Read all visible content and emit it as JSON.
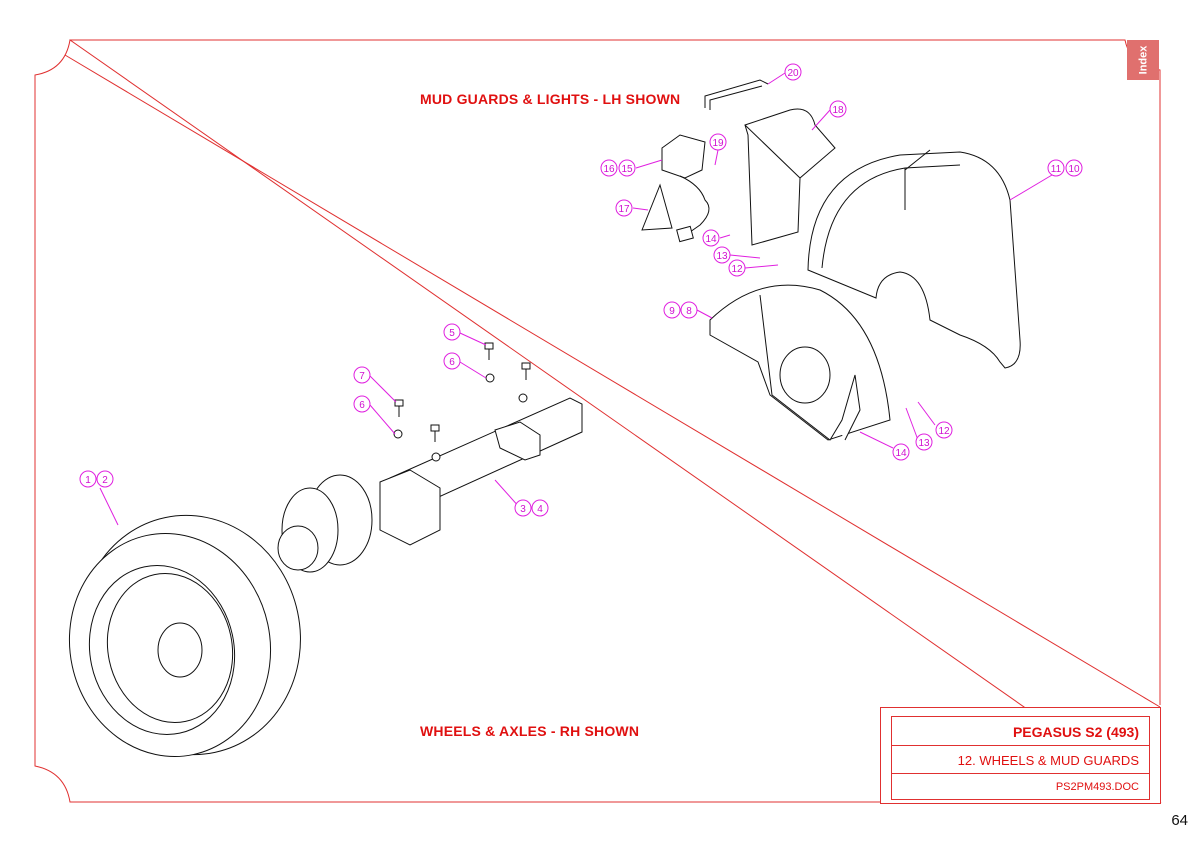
{
  "headings": {
    "top": "MUD GUARDS & LIGHTS - LH SHOWN",
    "bottom": "WHEELS & AXLES - RH SHOWN"
  },
  "index_tab": {
    "label": "Index"
  },
  "title_block": {
    "model": "PEGASUS S2 (493)",
    "section": "12. WHEELS & MUD GUARDS",
    "document": "PS2PM493.DOC"
  },
  "page_number": "64",
  "callouts": [
    "20",
    "18",
    "19",
    "16",
    "15",
    "11",
    "10",
    "17",
    "14",
    "13",
    "12",
    "9",
    "8",
    "5",
    "6",
    "7",
    "6",
    "12",
    "13",
    "14",
    "1",
    "2",
    "3",
    "4"
  ],
  "colors": {
    "frame": "#e03030",
    "heading": "#e01010",
    "callout": "#e020e0",
    "index_tab": "#e0706e"
  }
}
